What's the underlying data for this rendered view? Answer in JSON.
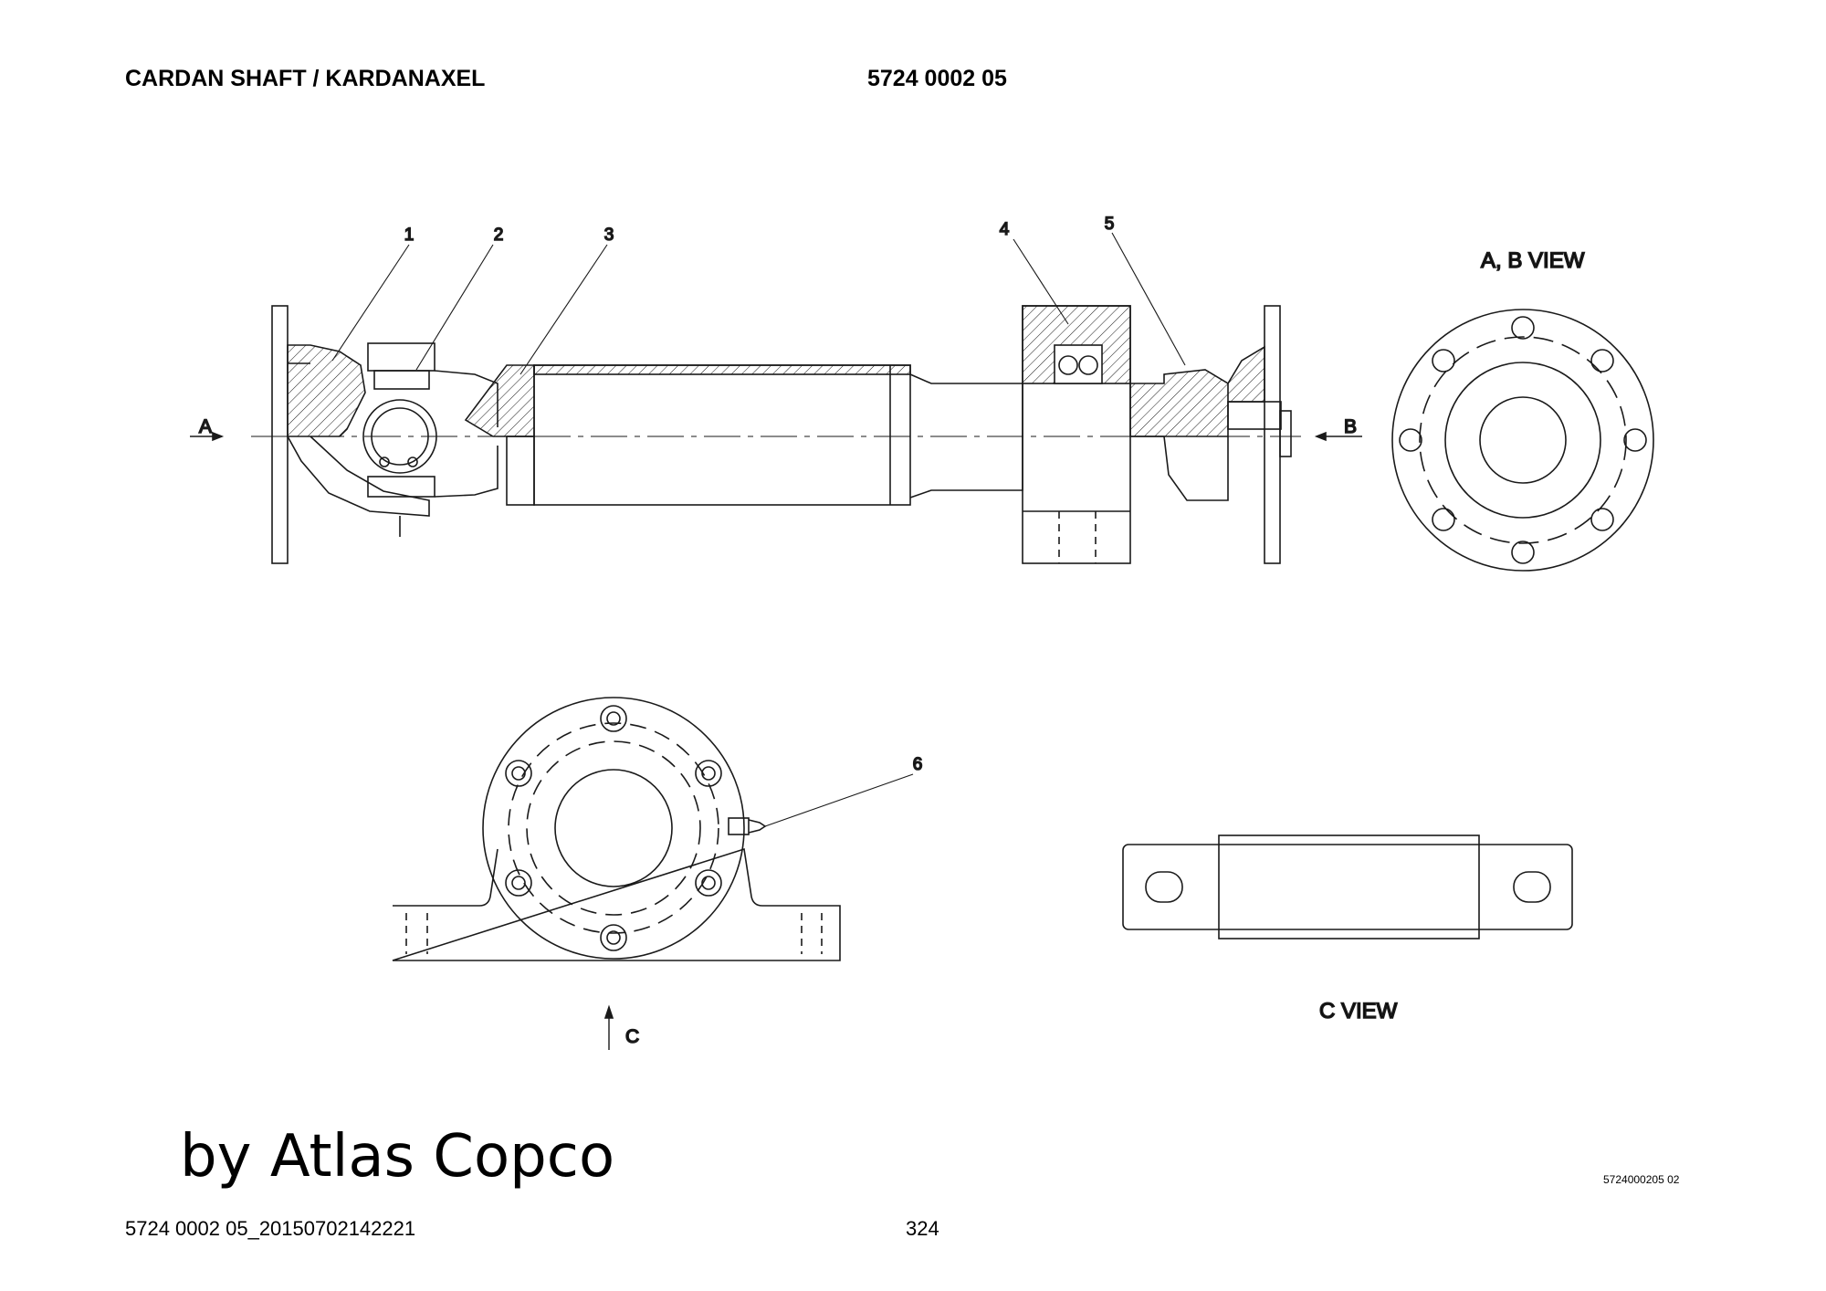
{
  "header": {
    "title": "CARDAN SHAFT / KARDANAXEL",
    "part_number": "5724 0002 05"
  },
  "callouts": [
    "1",
    "2",
    "3",
    "4",
    "5",
    "6"
  ],
  "view_markers": {
    "a": "A",
    "b": "B",
    "c": "C"
  },
  "view_titles": {
    "ab_view": "A, B  VIEW",
    "c_view": "C  VIEW"
  },
  "watermark": "by Atlas Copco",
  "drawing_code": "5724000205 02",
  "footer": {
    "document_id": "5724 0002 05_20150702142221",
    "page_number": "324"
  },
  "colors": {
    "line": "#1a1a1a",
    "background": "#ffffff"
  }
}
